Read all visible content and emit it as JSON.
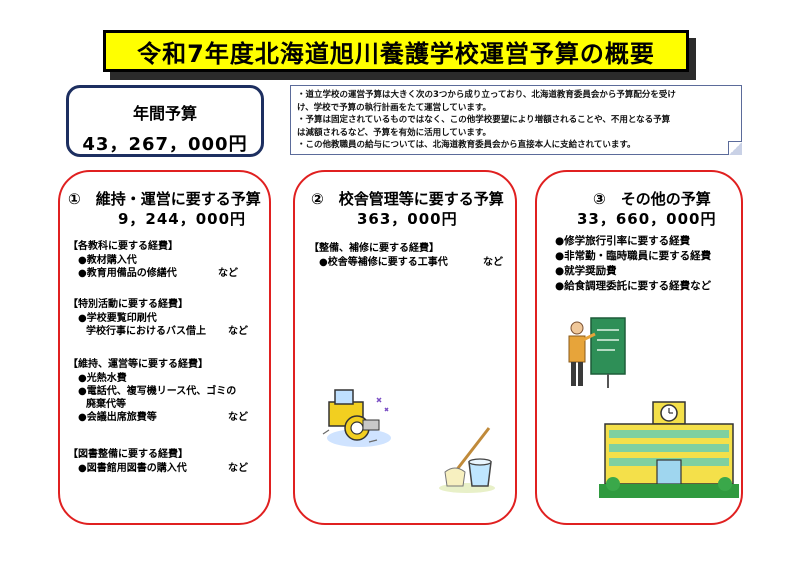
{
  "title": "令和7年度北海道旭川養護学校運営予算の概要",
  "annual": {
    "label": "年間予算",
    "amount": "43，267，000円"
  },
  "notes": [
    "・道立学校の運営予算は大きく次の3つから成り立っており、北海道教育委員会から予算配分を受け",
    "け、学校で予算の執行計画をたて運営しています。",
    "・予算は固定されているものではなく、この他学校要望により増額されることや、不用となる予算",
    "は減額されるなど、予算を有効に活用しています。",
    "・この他教職員の給与については、北海道教育委員会から直接本人に支給されています。"
  ],
  "panel1": {
    "title": "①　維持・運営に要する予算",
    "amount": "9，244，000円",
    "sections": [
      {
        "head": "【各教科に要する経費】",
        "items": [
          "●教材購入代",
          "●教育用備品の修繕代"
        ],
        "etc": "など"
      },
      {
        "head": "【特別活動に要する経費】",
        "items": [
          "●学校要覧印刷代",
          "学校行事におけるバス借上"
        ],
        "etc": "など"
      },
      {
        "head": "【維持、運営等に要する経費】",
        "items": [
          "●光熱水費",
          "●電話代、複写機リース代、ゴミの",
          "廃棄代等",
          "●会議出席旅費等"
        ],
        "etc": "など"
      },
      {
        "head": "【図書整備に要する経費】",
        "items": [
          "●図書館用図書の購入代"
        ],
        "etc": "など"
      }
    ]
  },
  "panel2": {
    "title": "②　校舎管理等に要する予算",
    "amount": "363，000円",
    "sections": [
      {
        "head": "【整備、補修に要する経費】",
        "items": [
          "●校舎等補修に要する工事代"
        ],
        "etc": "など"
      }
    ]
  },
  "panel3": {
    "title": "③　その他の予算",
    "amount": "33，660，000円",
    "items": [
      "●修学旅行引率に要する経費",
      "●非常勤・臨時職員に要する経費",
      "●就学奨励費",
      "●給食調理委託に要する経費など"
    ]
  }
}
